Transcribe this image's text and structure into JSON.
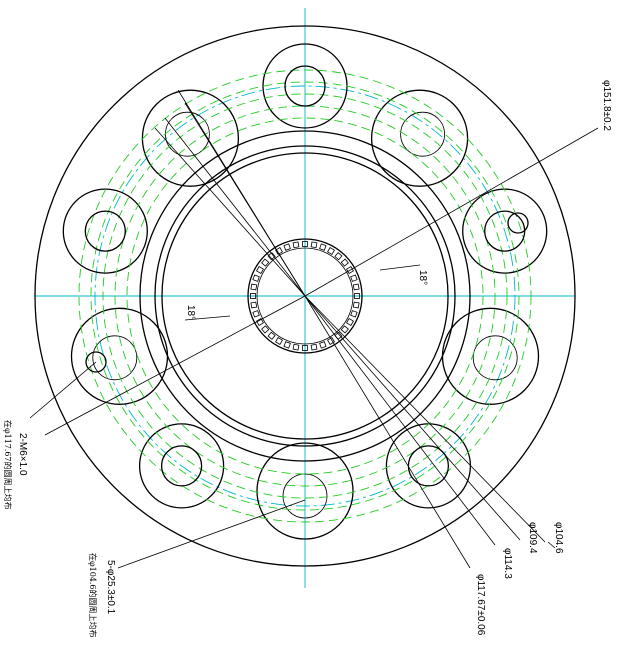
{
  "drawing": {
    "dimensions": {
      "outer_diameter": "φ151.8±0.2",
      "d104": "φ104.6",
      "d109": "φ109.4",
      "d114": "φ114.3",
      "d117": "φ117.67±0.06",
      "bolt_holes": "5-φ25.3±0.1",
      "thread_holes": "2-M6×1.0",
      "angle_left": "18°",
      "angle_right": "18°"
    },
    "notes": {
      "bolt_pattern": "在φ104.6的圆周上均布",
      "thread_pattern": "在φ117.67的圆周上均布"
    },
    "colors": {
      "outline": "#000000",
      "center_line": "#00b8c8",
      "hidden_line": "#22cc22"
    }
  }
}
